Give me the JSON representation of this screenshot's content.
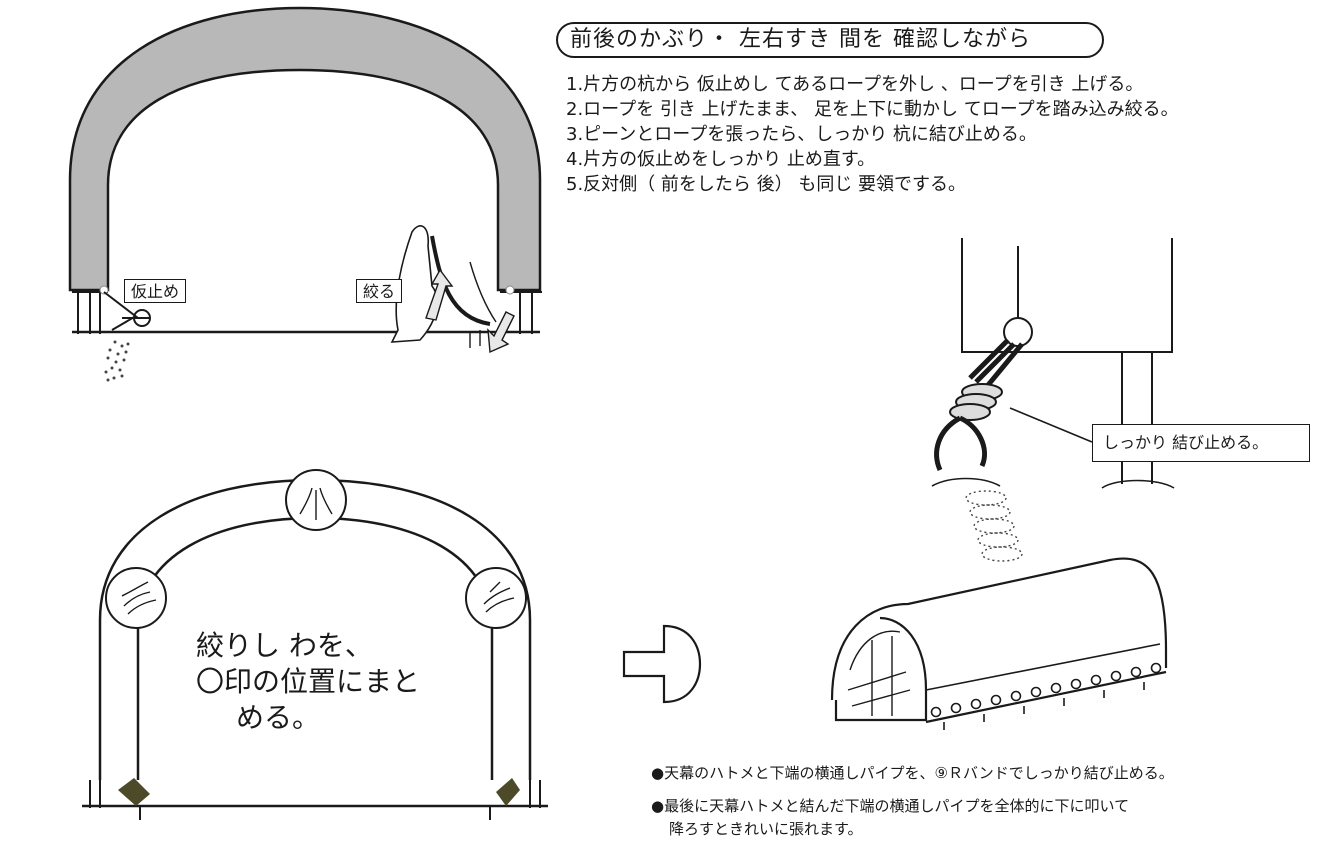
{
  "heading": "前後のかぶり・ 左右すき 間を 確認しながら",
  "steps": [
    "1.片方の杭から 仮止めし てあるロープを外し 、ロープを引き 上げる。",
    "2.ロープを 引き 上げたまま、 足を上下に動かし てロープを踏み込み絞る。",
    "3.ピーンとロープを張ったら、しっかり 杭に結び止める。",
    "4.片方の仮止めをしっかり 止め直す。",
    "5.反対側（ 前をしたら 後） も同じ 要領でする。"
  ],
  "labels": {
    "temp_stop": "仮止め",
    "tighten": "絞る",
    "tie_callout": "しっかり 結び止める。"
  },
  "wrinkle_note": {
    "line1": "絞りし わを、",
    "line2": "〇印の位置にまと",
    "line3": "める。"
  },
  "bullets": [
    "●天幕のハトメと下端の横通しパイプを、⑨Ｒバンドでしっかり結び止める。",
    "●最後に天幕ハトメと結んだ下端の横通しパイプを全体的に下に叩いて",
    "降ろすときれいに張れます。"
  ],
  "colors": {
    "ink": "#1a1a1a",
    "canvas_gray": "#b8b8b8",
    "clip_olive": "#4d4a2a"
  }
}
